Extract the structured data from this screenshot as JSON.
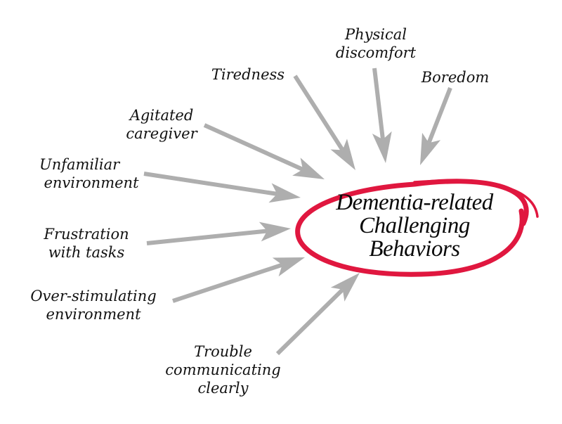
{
  "diagram": {
    "type": "radial-cause-diagram",
    "center": {
      "lines": [
        "Dementia-related",
        "Challenging",
        "Behaviors"
      ],
      "ring_color": "#E0173F"
    },
    "arrow_color": "#AEAEAE",
    "causes": [
      {
        "id": "tiredness",
        "lines": [
          "Tiredness"
        ]
      },
      {
        "id": "physical-discomfort",
        "lines": [
          "Physical",
          "discomfort"
        ]
      },
      {
        "id": "boredom",
        "lines": [
          "Boredom"
        ]
      },
      {
        "id": "agitated-caregiver",
        "lines": [
          "Agitated",
          "caregiver"
        ]
      },
      {
        "id": "unfamiliar-environment",
        "lines": [
          "Unfamiliar",
          "environment"
        ]
      },
      {
        "id": "frustration-with-tasks",
        "lines": [
          "Frustration",
          "with tasks"
        ]
      },
      {
        "id": "over-stimulating-environment",
        "lines": [
          "Over-stimulating",
          "environment"
        ]
      },
      {
        "id": "trouble-communicating",
        "lines": [
          "Trouble",
          "communicating",
          "clearly"
        ]
      }
    ]
  }
}
